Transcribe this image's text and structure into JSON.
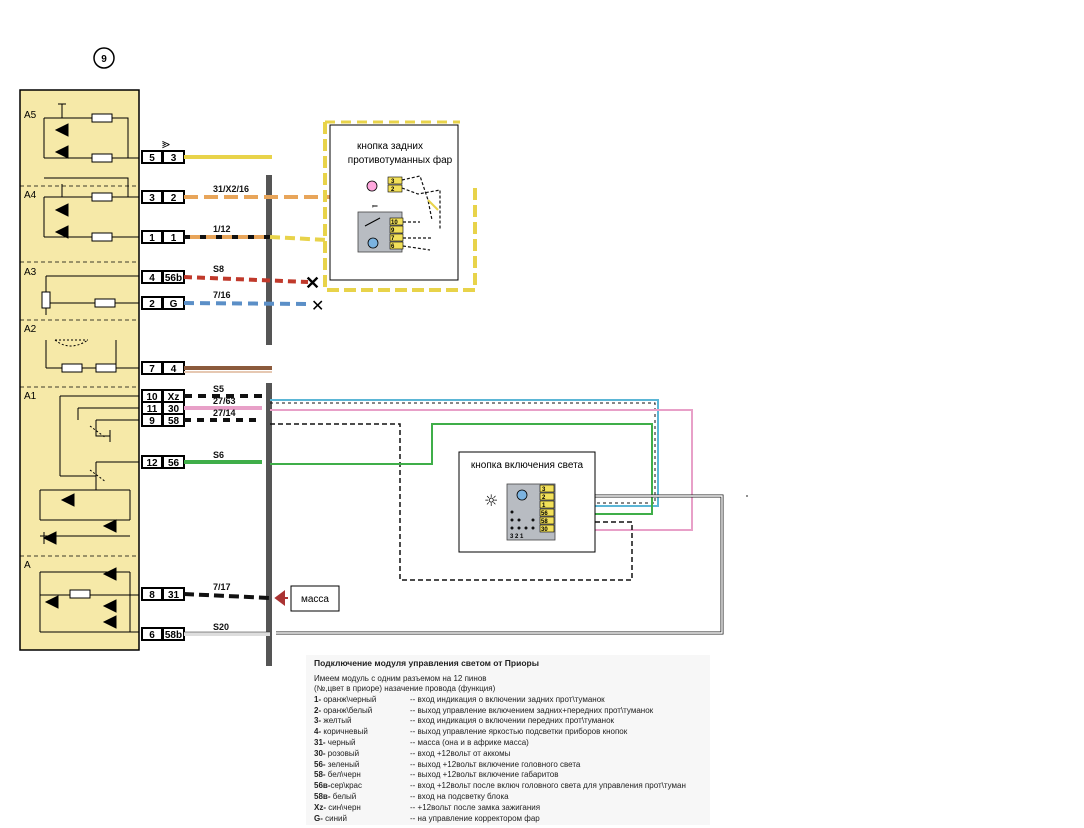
{
  "module": {
    "number": "9",
    "sections": [
      "A5",
      "A4",
      "A3",
      "A2",
      "A1",
      "A"
    ]
  },
  "pins": [
    {
      "num": "5",
      "code": "3"
    },
    {
      "num": "3",
      "code": "2"
    },
    {
      "num": "1",
      "code": "1"
    },
    {
      "num": "4",
      "code": "56b"
    },
    {
      "num": "2",
      "code": "G"
    },
    {
      "num": "7",
      "code": "4"
    },
    {
      "num": "10",
      "code": "Xz"
    },
    {
      "num": "11",
      "code": "30"
    },
    {
      "num": "9",
      "code": "58"
    },
    {
      "num": "12",
      "code": "56"
    },
    {
      "num": "8",
      "code": "31"
    },
    {
      "num": "6",
      "code": "58b"
    }
  ],
  "wire_labels": [
    "31/X2/16",
    "1/12",
    "S8",
    "7/16",
    "S5",
    "27/63",
    "27/14",
    "S6",
    "7/17",
    "S20"
  ],
  "rear_fog_button": {
    "title_line1": "кнопка задних",
    "title_line2": "противотуманных фар",
    "pins": [
      "3",
      "2",
      "10",
      "9",
      "7",
      "6"
    ]
  },
  "light_button": {
    "title": "кнопка включения света",
    "pins": [
      "3",
      "2",
      "1",
      "56",
      "58",
      "30"
    ],
    "bottom_pins": "3 2 1"
  },
  "ground": {
    "label": "масса"
  },
  "colors": {
    "module_fill": "#f6e9a8",
    "yellow": "#e8d34a",
    "orange": "#e8a55a",
    "black": "#111111",
    "red": "#c0392b",
    "blue": "#5b8fc7",
    "brown": "#8b5a3c",
    "pink": "#e8a0c8",
    "green": "#3fae49",
    "bus": "#555555"
  },
  "notes": {
    "title": "Подключение модуля управления светом от Приоры",
    "intro1": "Имеем модуль с одним разъемом на 12 пинов",
    "intro2": "(№,цвет в приоре)         назачение провода (функция)",
    "rows": [
      {
        "code": "1-",
        "color": " оранж\\черный",
        "func": "-- вход индикация о включении задних прот\\туманок"
      },
      {
        "code": "2-",
        "color": " оранж\\белый",
        "func": "-- выход управление включением задних+передних прот\\туманок"
      },
      {
        "code": "3-",
        "color": " желтый",
        "func": "-- вход индикация о включении передних прот\\туманок"
      },
      {
        "code": "4-",
        "color": " коричневый",
        "func": "-- выход управление яркостью подсветки приборов кнопок"
      },
      {
        "code": "31-",
        "color": " черный",
        "func": "-- масса (она и в африке масса)"
      },
      {
        "code": "30-",
        "color": " розовый",
        "func": "-- вход +12вольт от аккомы"
      },
      {
        "code": "56-",
        "color": " зеленый",
        "func": "-- выход +12вольт включение головного света"
      },
      {
        "code": "58-",
        "color": " бел\\черн",
        "func": "-- выход +12вольт включение габаритов"
      },
      {
        "code": "56в-",
        "color": "сер\\крас",
        "func": "-- вход +12вольт после включ головного света для управления прот\\туман"
      },
      {
        "code": "58в-",
        "color": " белый",
        "func": "-- вход на подсветку блока"
      },
      {
        "code": "Xz-",
        "color": " син\\черн",
        "func": "-- +12вольт после замка зажигания"
      },
      {
        "code": "G-",
        "color": " синий",
        "func": "-- на управление корректором фар"
      }
    ]
  }
}
